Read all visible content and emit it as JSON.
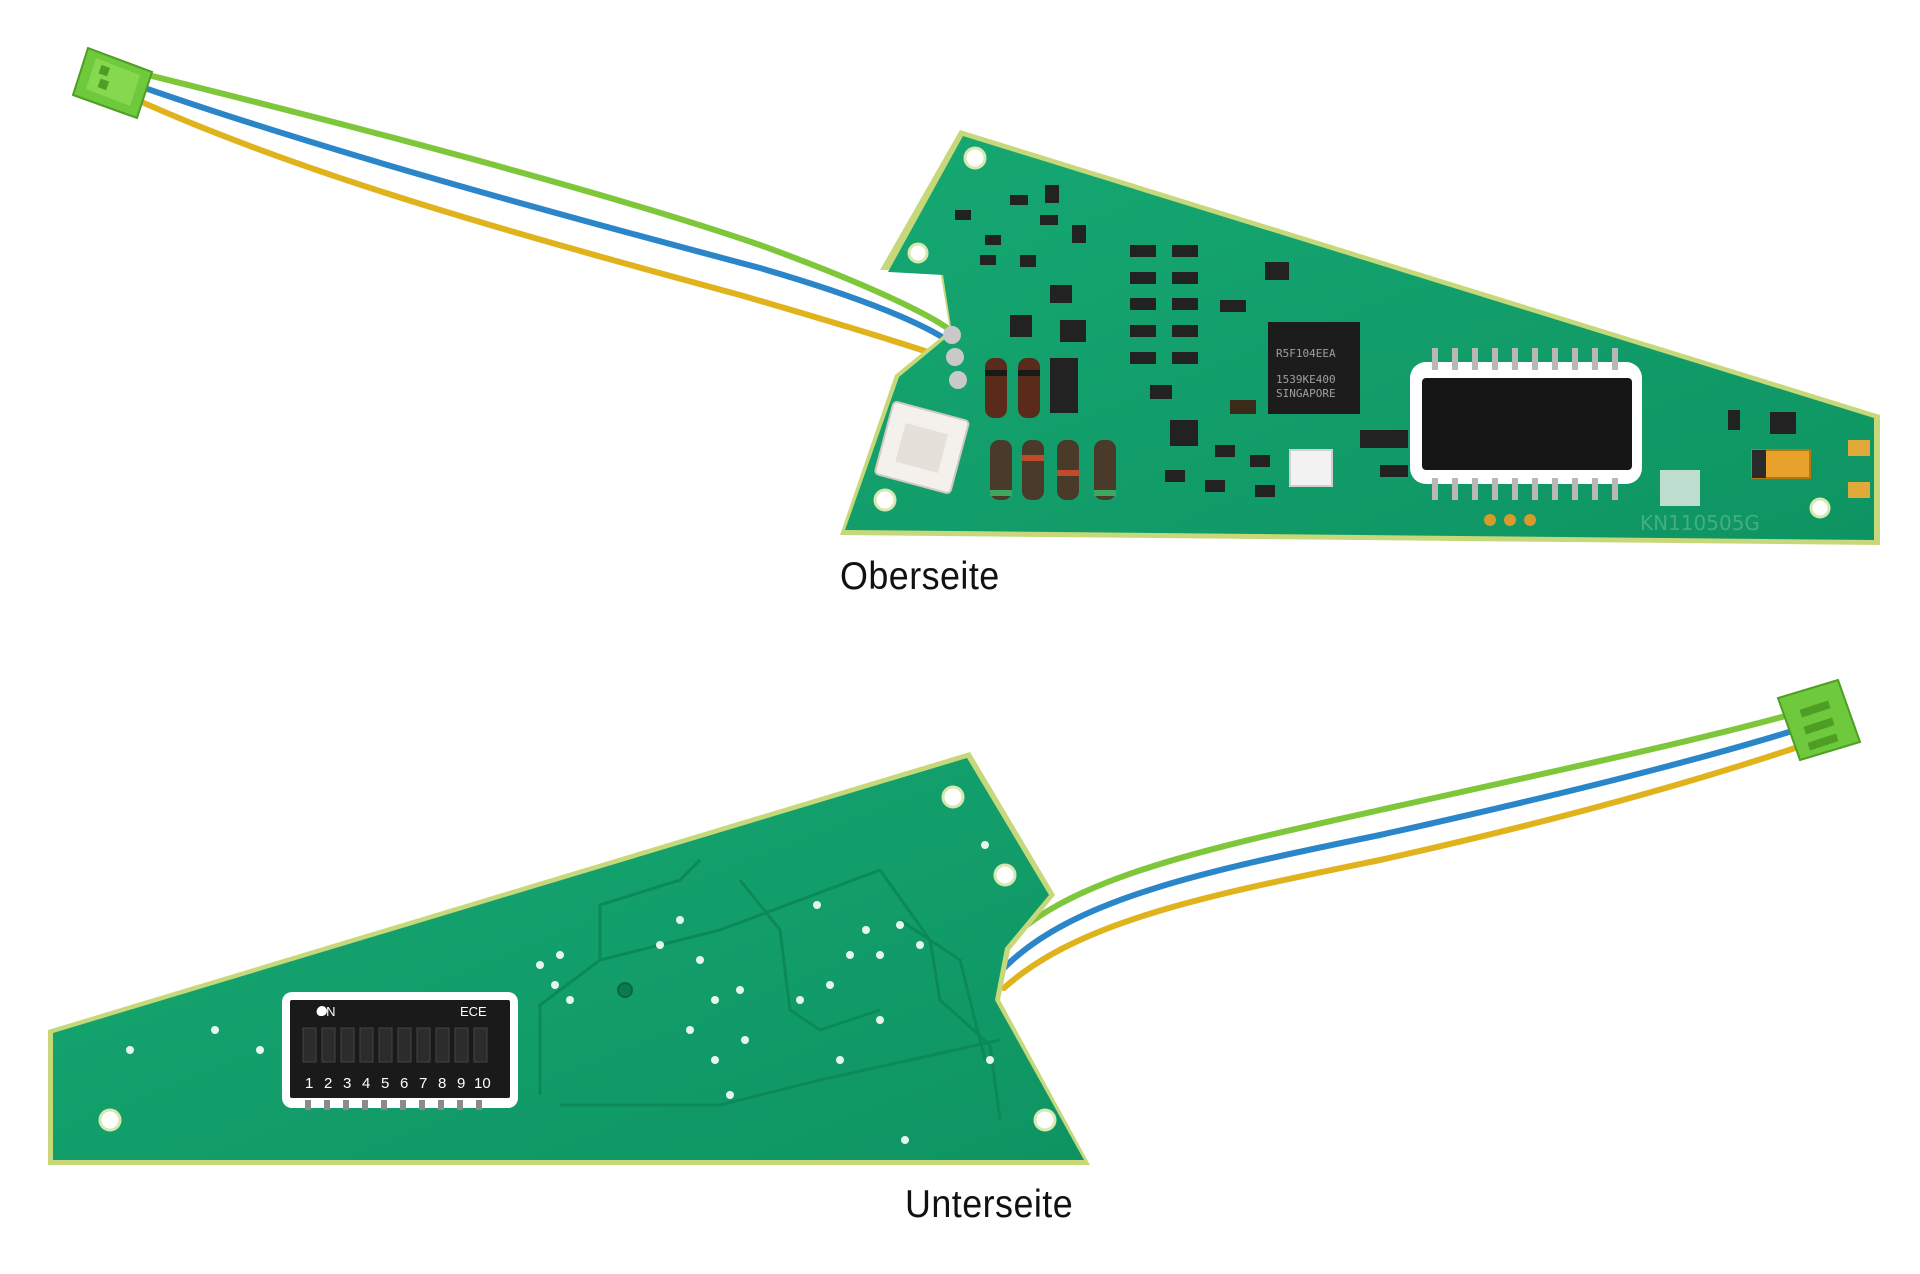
{
  "captions": {
    "top": "Oberseite",
    "bottom": "Unterseite"
  },
  "top_board": {
    "mcu_line1": "R5F104EEA",
    "mcu_line2": "1539KE400",
    "mcu_line3": "SINGAPORE",
    "serial": "KN110505G"
  },
  "bottom_board": {
    "dip_on_label": "ON",
    "dip_brand": "ECE",
    "dip_numbers": [
      "1",
      "2",
      "3",
      "4",
      "5",
      "6",
      "7",
      "8",
      "9",
      "10"
    ]
  },
  "colors": {
    "pcb": "#12a06a",
    "pcb_edge": "#c7d87a",
    "wire_green": "#7ec63a",
    "wire_blue": "#2a86c8",
    "wire_yellow": "#e0b21c",
    "connector": "#6ec93c"
  }
}
